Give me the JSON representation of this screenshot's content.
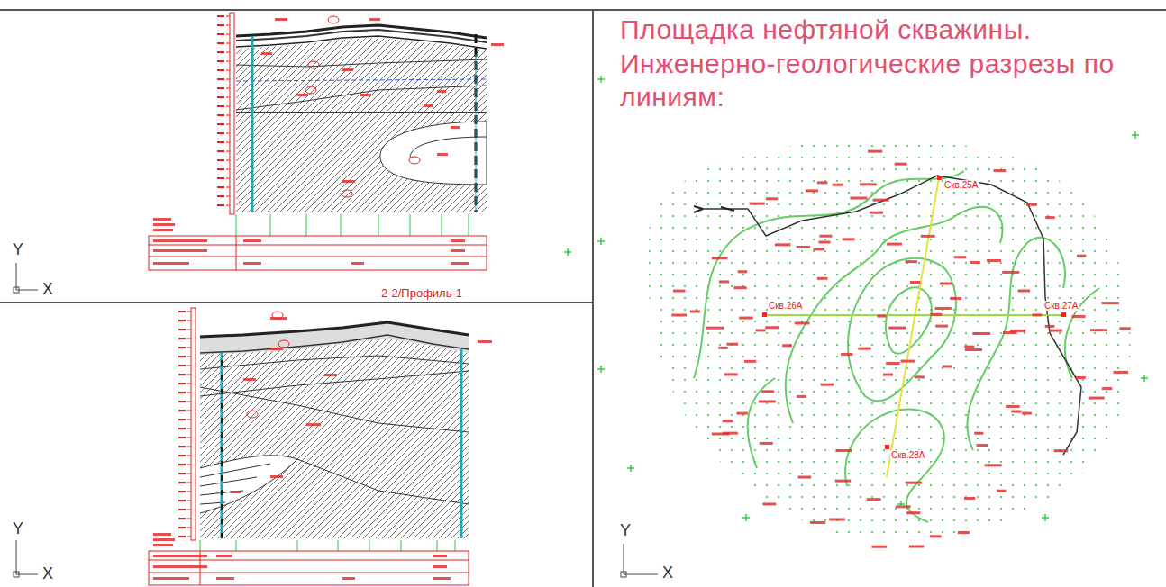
{
  "diagram": {
    "title": "Площадка нефтяной скважины. Инженерно-геологические разрезы по линиям:",
    "labels": [
      "2-2/Профиль-1",
      "Y",
      "X",
      "Y",
      "X",
      "Y",
      "X",
      "Скв.25А",
      "Скв.26А",
      "Скв.27А",
      "Скв.28А"
    ]
  }
}
